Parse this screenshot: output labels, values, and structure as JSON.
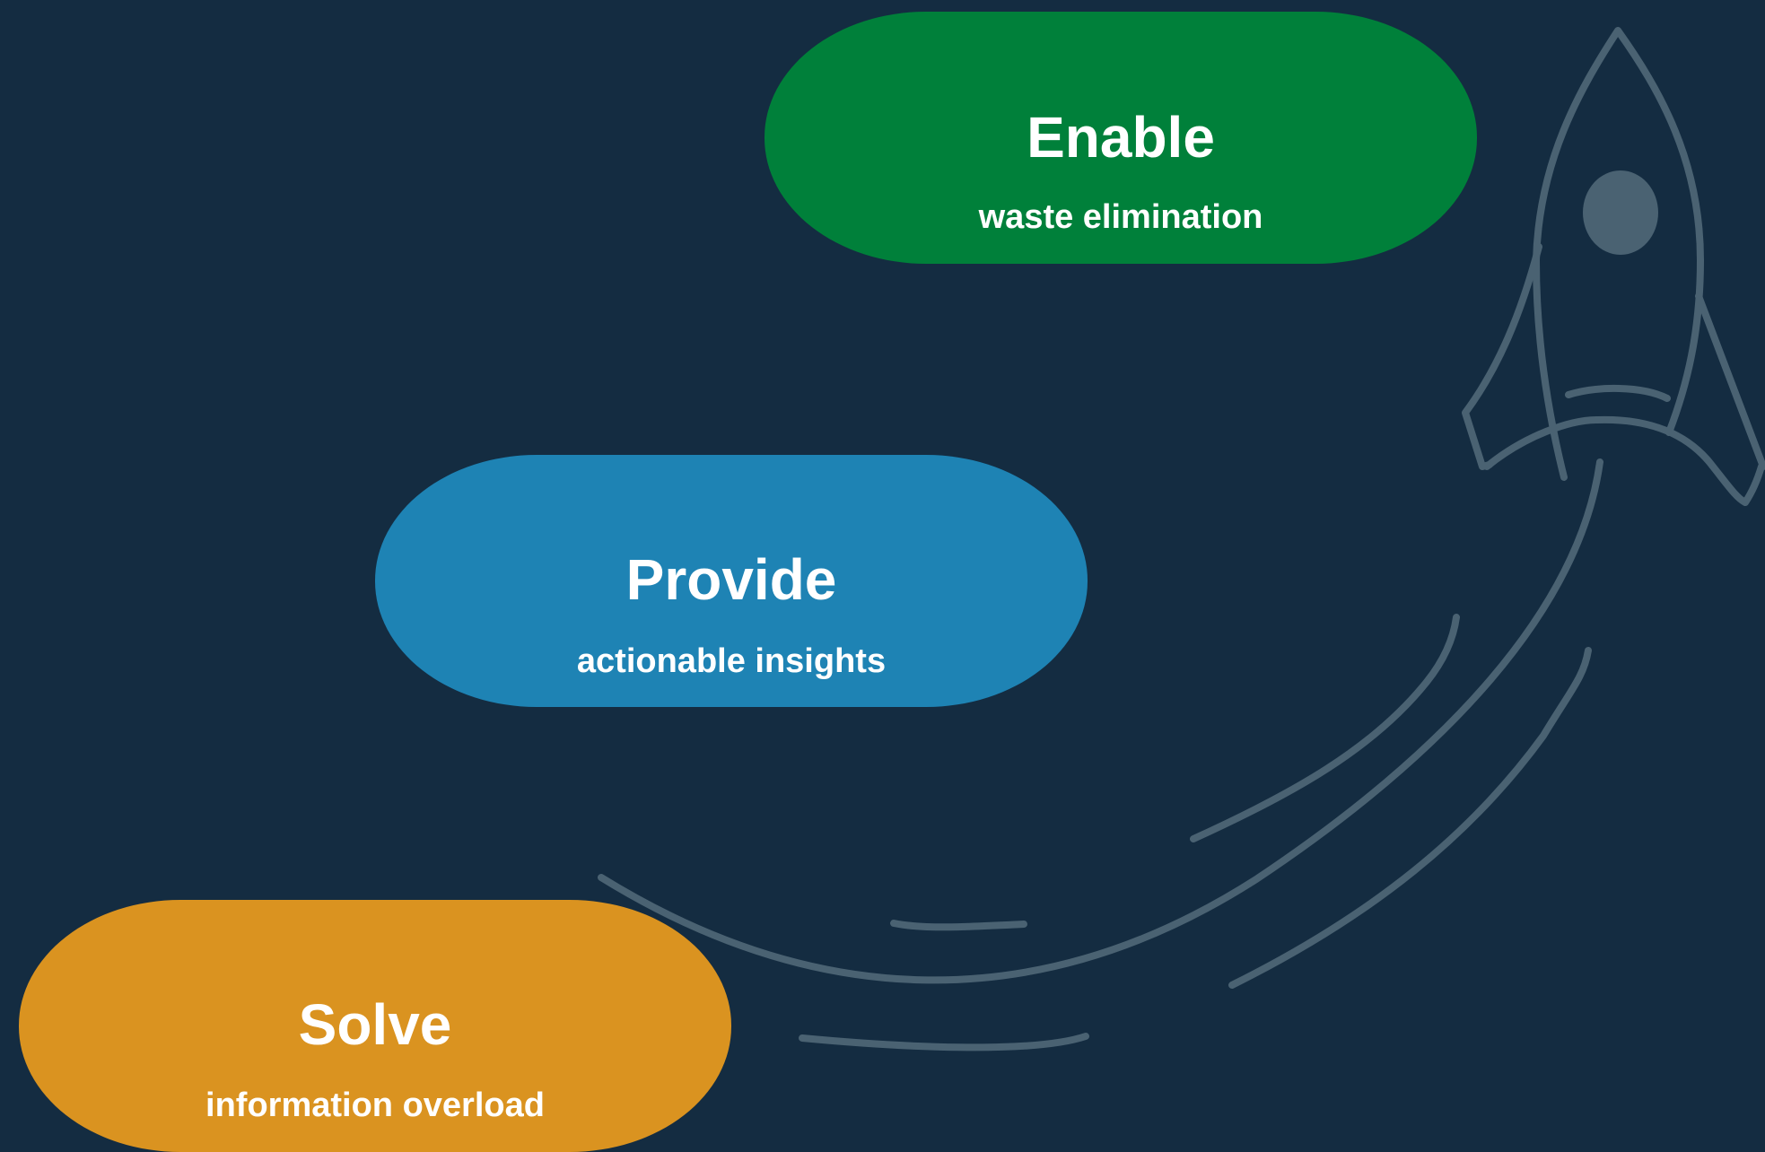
{
  "colors": {
    "background": "#142c41",
    "enable": "#00803a",
    "provide": "#1e83b4",
    "solve": "#da9320",
    "line": "#4a6272"
  },
  "steps": [
    {
      "title": "Enable",
      "subtitle": "waste elimination"
    },
    {
      "title": "Provide",
      "subtitle": "actionable insights"
    },
    {
      "title": "Solve",
      "subtitle": "information overload"
    }
  ],
  "illustration": {
    "icon": "rocket-icon"
  }
}
